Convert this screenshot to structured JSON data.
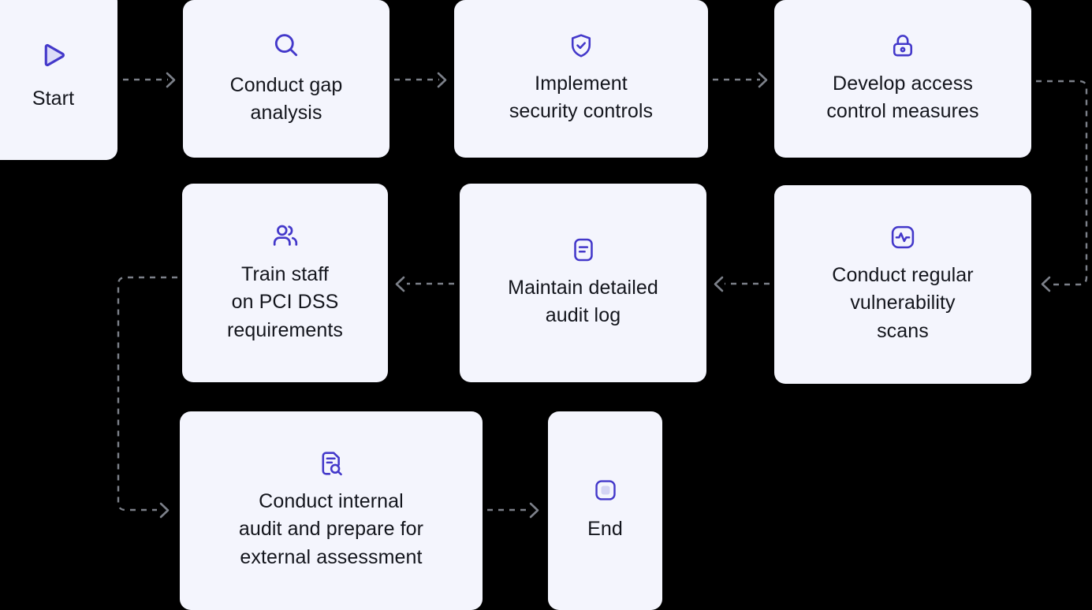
{
  "diagram": {
    "title": "PCI DSS compliance process flowchart",
    "background_color": "#000000",
    "node_fill": "#f4f5fd",
    "icon_color": "#4338ca",
    "icon_fill_soft": "#d9d9f7",
    "text_color": "#13151c",
    "connector_color": "#7c8089"
  },
  "nodes": [
    {
      "id": "start",
      "label": "Start",
      "icon": "play-icon"
    },
    {
      "id": "gap",
      "label": "Conduct gap\nanalysis",
      "icon": "search-icon"
    },
    {
      "id": "controls",
      "label": "Implement\nsecurity controls",
      "icon": "shield-check-icon"
    },
    {
      "id": "access",
      "label": "Develop access\ncontrol measures",
      "icon": "lock-icon"
    },
    {
      "id": "train",
      "label": "Train staff\non PCI DSS\nrequirements",
      "icon": "users-icon"
    },
    {
      "id": "auditlog",
      "label": "Maintain detailed\naudit log",
      "icon": "log-document-icon"
    },
    {
      "id": "scans",
      "label": "Conduct regular\nvulnerability\nscans",
      "icon": "activity-pulse-icon"
    },
    {
      "id": "internal",
      "label": "Conduct internal\naudit and prepare for\nexternal assessment",
      "icon": "file-search-icon"
    },
    {
      "id": "end",
      "label": "End",
      "icon": "stop-icon"
    }
  ],
  "edges": [
    {
      "from": "start",
      "to": "gap",
      "style": "dashed",
      "direction": "right"
    },
    {
      "from": "gap",
      "to": "controls",
      "style": "dashed",
      "direction": "right"
    },
    {
      "from": "controls",
      "to": "access",
      "style": "dashed",
      "direction": "right"
    },
    {
      "from": "access",
      "to": "scans",
      "style": "dashed",
      "direction": "wrap-right-down-left"
    },
    {
      "from": "scans",
      "to": "auditlog",
      "style": "dashed",
      "direction": "left"
    },
    {
      "from": "auditlog",
      "to": "train",
      "style": "dashed",
      "direction": "left"
    },
    {
      "from": "train",
      "to": "internal",
      "style": "dashed",
      "direction": "wrap-left-down-right"
    },
    {
      "from": "internal",
      "to": "end",
      "style": "dashed",
      "direction": "right"
    }
  ]
}
